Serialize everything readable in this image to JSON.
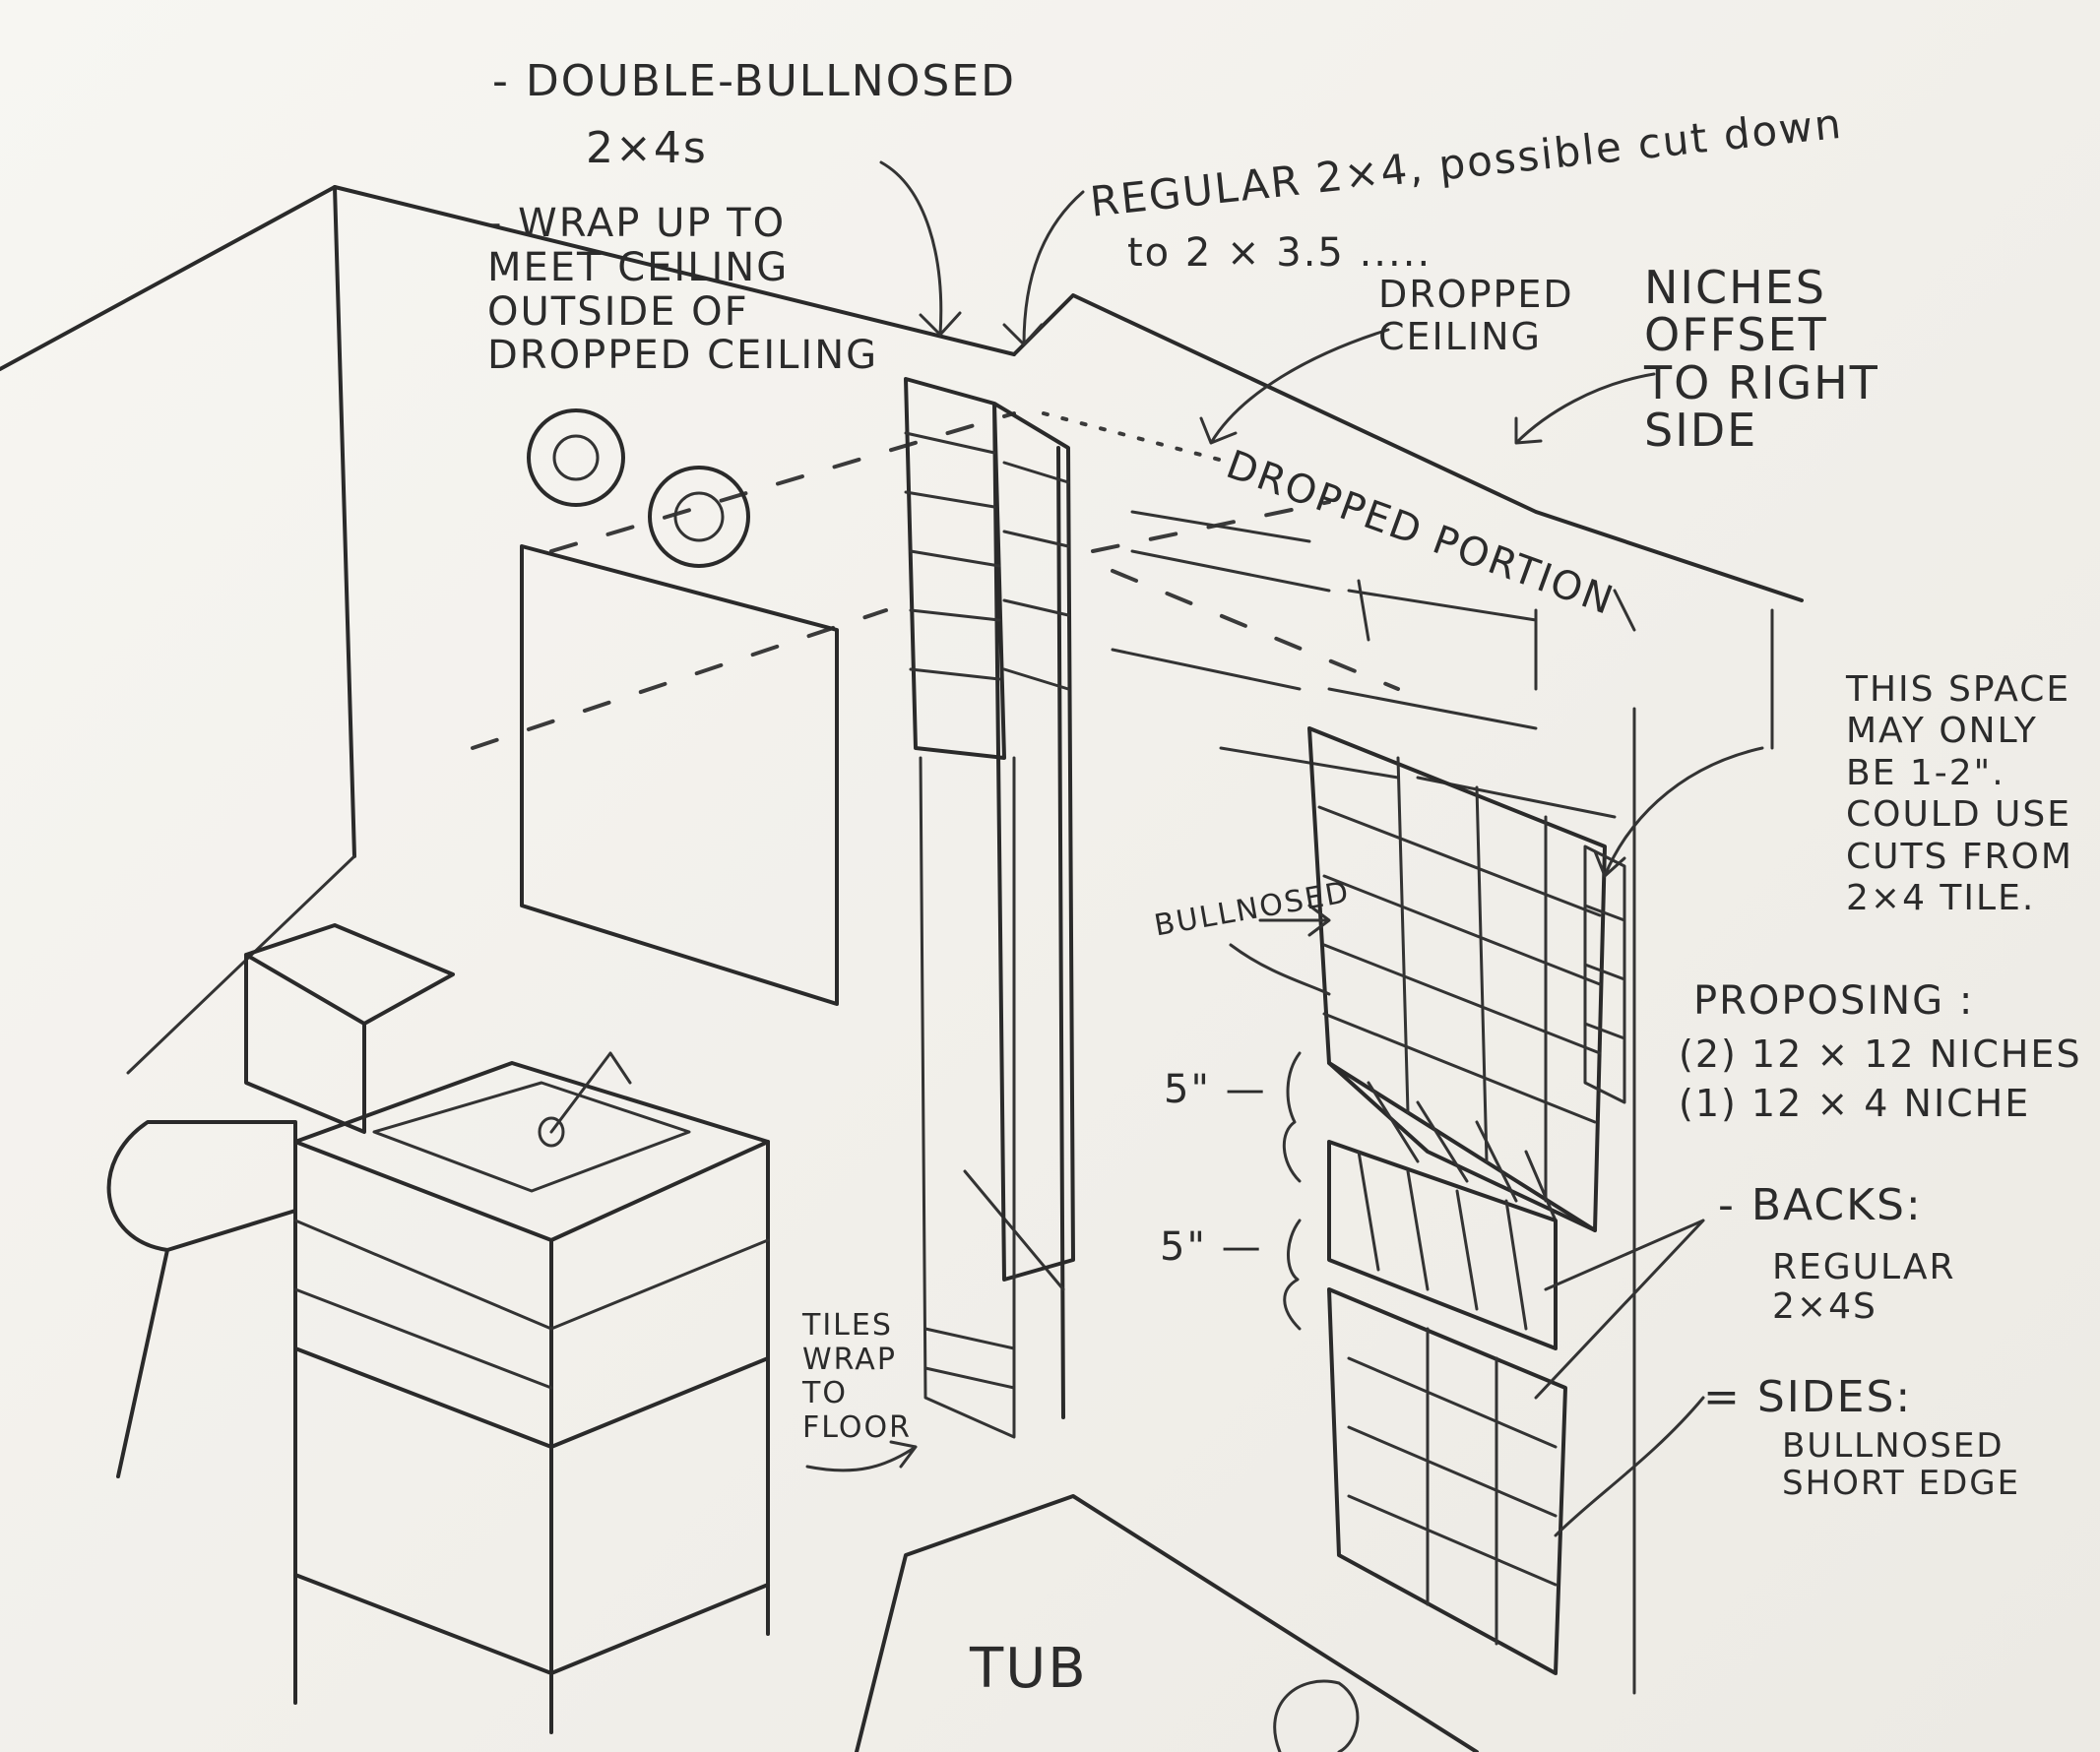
{
  "notes": {
    "double_bullnosed": "- DOUBLE-BULLNOSED",
    "two_by_fours": "2×4s",
    "wrap_up": "- WRAP UP TO\nMEET CEILING\nOUTSIDE OF\nDROPPED CEILING",
    "regular_line1": "REGULAR 2×4, possible cut down",
    "regular_line2": "to 2 × 3.5 .....",
    "dropped_ceiling": "DROPPED\nCEILING",
    "niches_offset": "NICHES\nOFFSET\nTO RIGHT\nSIDE",
    "dropped_portion": "DROPPED PORTION",
    "this_space": "THIS SPACE\nMAY ONLY\nBE 1-2\".\nCOULD USE\nCUTS FROM\n2×4 TILE.",
    "bullnosed": "BULLNOSED",
    "proposing": "PROPOSING :",
    "niche_12x12": "(2) 12 × 12 NICHES",
    "niche_12x4": "(1) 12 × 4 NICHE",
    "gap_top": "5\" —",
    "gap_bottom": "5\" —",
    "backs_title": "- BACKS:",
    "backs_body": "REGULAR\n2×4S",
    "sides_title": "= SIDES:",
    "sides_body": "BULLNOSED\nSHORT EDGE",
    "tiles_wrap": "TILES\nWRAP\nTO\nFLOOR",
    "tub": "TUB"
  },
  "colors": {
    "paper": "#f4f2ee",
    "ink": "#2a2a2a"
  }
}
